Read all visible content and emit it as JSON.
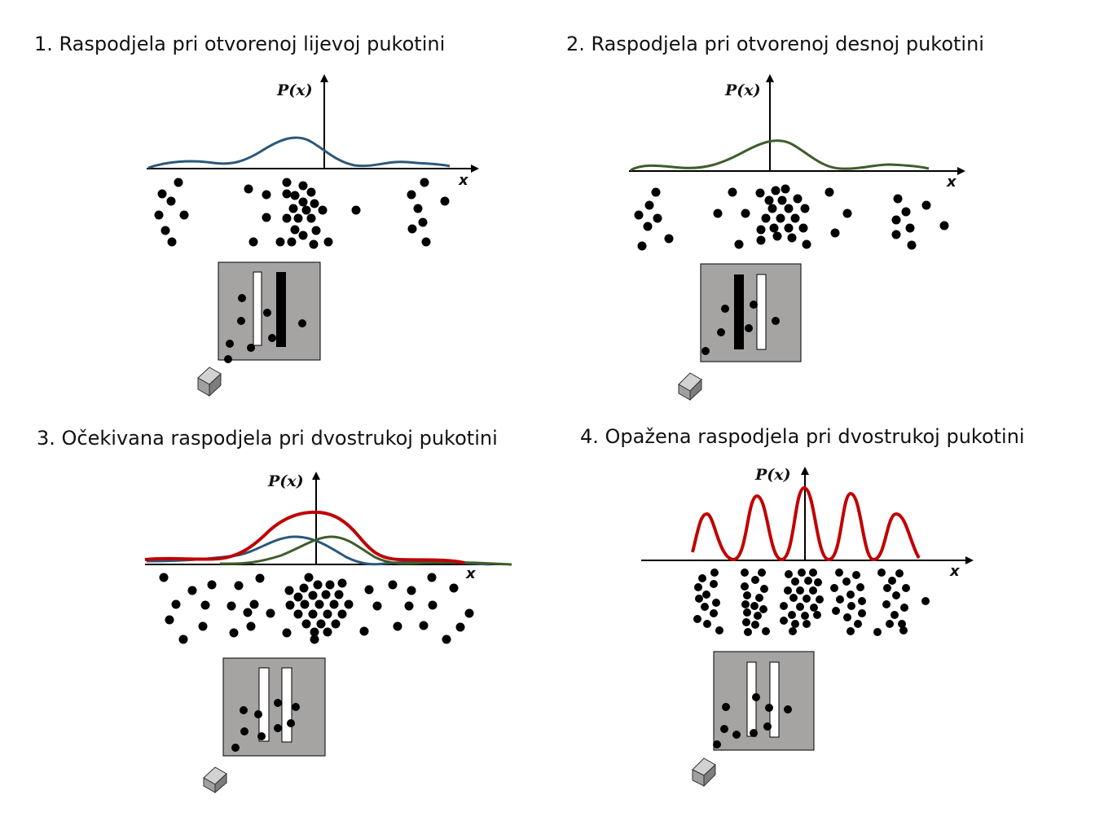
{
  "colors": {
    "left_slit_curve": "#2b587a",
    "right_slit_curve": "#3f5d2a",
    "sum_curve": "#c00000",
    "observed_curve": "#c00000",
    "barrier": "#a6a3a3",
    "dot": "#000000"
  },
  "panels": [
    {
      "title": "1. Raspodjela pri otvorenoj lijevoj pukotini",
      "y_axis_label": "P(x)",
      "x_axis_label": "x",
      "slits": [
        "open",
        "closed"
      ],
      "curves": [
        "left"
      ]
    },
    {
      "title": "2. Raspodjela pri otvorenoj desnoj pukotini",
      "y_axis_label": "P(x)",
      "x_axis_label": "x",
      "slits": [
        "closed",
        "open"
      ],
      "curves": [
        "right"
      ]
    },
    {
      "title": "3. Očekivana raspodjela pri dvostrukoj pukotini",
      "y_axis_label": "P(x)",
      "x_axis_label": "x",
      "slits": [
        "open",
        "open"
      ],
      "curves": [
        "left",
        "right",
        "sum"
      ]
    },
    {
      "title": "4. Opažena raspodjela pri dvostrukoj pukotini",
      "y_axis_label": "P(x)",
      "x_axis_label": "x",
      "slits": [
        "open",
        "open"
      ],
      "curves": [
        "interference"
      ]
    }
  ]
}
